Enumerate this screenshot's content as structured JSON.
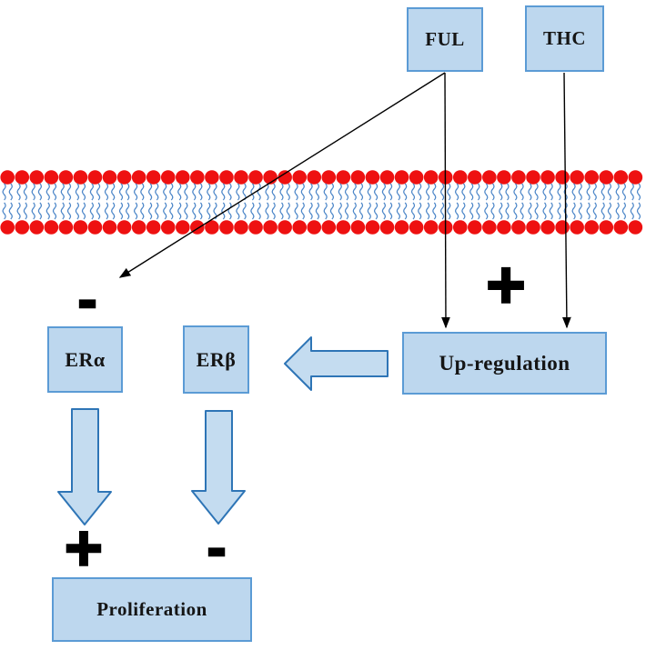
{
  "figure": {
    "type": "signaling-pathway-diagram",
    "nodes": {
      "ful": "FUL",
      "thc": "THC",
      "er_alpha": "ERα",
      "er_beta": "ERβ",
      "up_regulation": "Up-regulation",
      "proliferation": "Proliferation"
    },
    "signs": {
      "er_alpha_inhibition": "-",
      "up_regulation_stimulation": "+",
      "proliferation_increase": "+",
      "proliferation_decrease": "-"
    },
    "membrane": {
      "kind": "lipid-bilayer",
      "rows": 2,
      "lipids_per_row": 44
    },
    "edges": [
      {
        "from": "FUL",
        "to": "ERα (intracellular)",
        "style": "thin-arrow",
        "sign": "-"
      },
      {
        "from": "FUL",
        "to": "Up-regulation",
        "style": "thin-arrow",
        "sign": "+"
      },
      {
        "from": "THC",
        "to": "Up-regulation",
        "style": "thin-arrow",
        "sign": "+"
      },
      {
        "from": "Up-regulation",
        "to": "ERβ",
        "style": "block-arrow"
      },
      {
        "from": "ERα",
        "to": "Proliferation",
        "style": "block-arrow",
        "sign": "+"
      },
      {
        "from": "ERβ",
        "to": "Proliferation",
        "style": "block-arrow",
        "sign": "-"
      }
    ],
    "colors": {
      "node_fill": "#BDD7EE",
      "node_border": "#5B9BD5",
      "arrow_fill": "#C4DCF0",
      "arrow_stroke": "#2E75B6",
      "lipid_head": "#EE1111",
      "lipid_tail": "#4C86C8",
      "line": "#000000"
    }
  }
}
